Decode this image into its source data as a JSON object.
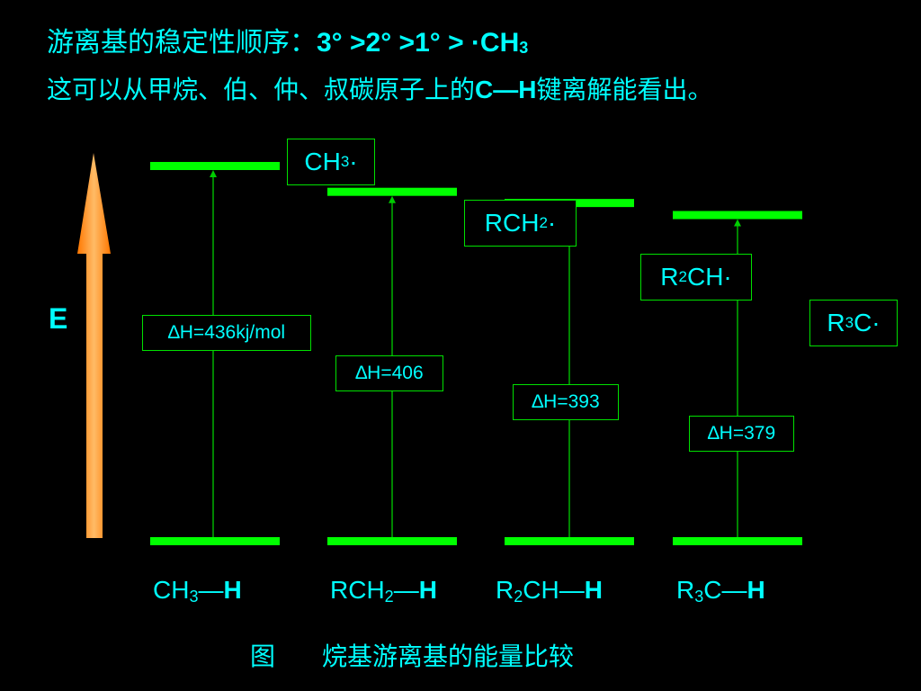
{
  "title": {
    "line1_text": "游离基的稳定性顺序：",
    "line1_order": "3° >2° >1° > ·CH",
    "line1_sub": "3",
    "line2_pre": "这可以从甲烷、伯、仲、叔碳原子上的",
    "line2_bond": "C—H",
    "line2_post": "键离解能看出。"
  },
  "axis_label": "E",
  "caption": {
    "prefix": "图",
    "text": "烷基游离基的能量比较"
  },
  "columns": [
    {
      "radical_pre": "CH",
      "radical_sub": "3",
      "radical_post": "·",
      "dh_label": "∆H=436kj/mol",
      "dh_value": 436,
      "bond_pre": "CH",
      "bond_sub": "3",
      "bond_mid": "—",
      "bond_h": "H"
    },
    {
      "radical_pre": "RCH",
      "radical_sub": "2",
      "radical_post": "·",
      "dh_label": "∆H=406",
      "dh_value": 406,
      "bond_pre": "RCH",
      "bond_sub": "2",
      "bond_mid": "—",
      "bond_h": "H"
    },
    {
      "radical_pre": "R",
      "radical_sub": "2",
      "radical_post": "CH·",
      "dh_label": "∆H=393",
      "dh_value": 393,
      "bond_pre": "R",
      "bond_sub": "2",
      "bond_mid": "CH—",
      "bond_h": "H"
    },
    {
      "radical_pre": "R",
      "radical_sub": "3",
      "radical_post": "C·",
      "dh_label": "∆H=379",
      "dh_value": 379,
      "bond_pre": "R",
      "bond_sub": "3",
      "bond_mid": "C—",
      "bond_h": "H"
    }
  ],
  "colors": {
    "background": "#000000",
    "text": "#00ffff",
    "level": "#00ff00",
    "connector": "#00cc00",
    "energy_arrow": "#ff9933"
  }
}
